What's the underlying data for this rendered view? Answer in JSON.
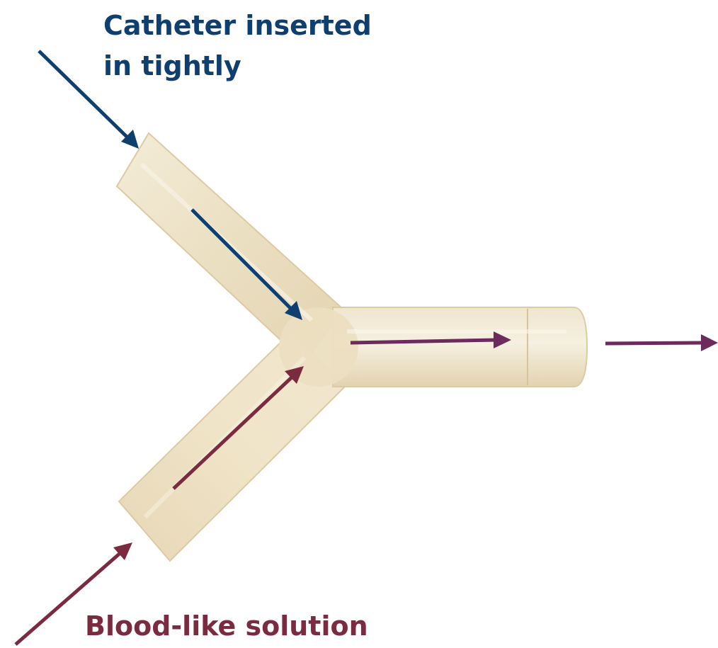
{
  "labels": {
    "catheter_line1": "Catheter inserted",
    "catheter_line2": "in tightly",
    "blood": "Blood-like solution"
  },
  "colors": {
    "catheter_arrow": "#0f3f6e",
    "blood_arrow": "#7a2b40",
    "flow_arrow": "#6d2a5c",
    "tube_body": "#ede3c9",
    "tube_edge": "#d9c9a2"
  },
  "icons": {
    "y_connector": "y-connector-icon"
  }
}
